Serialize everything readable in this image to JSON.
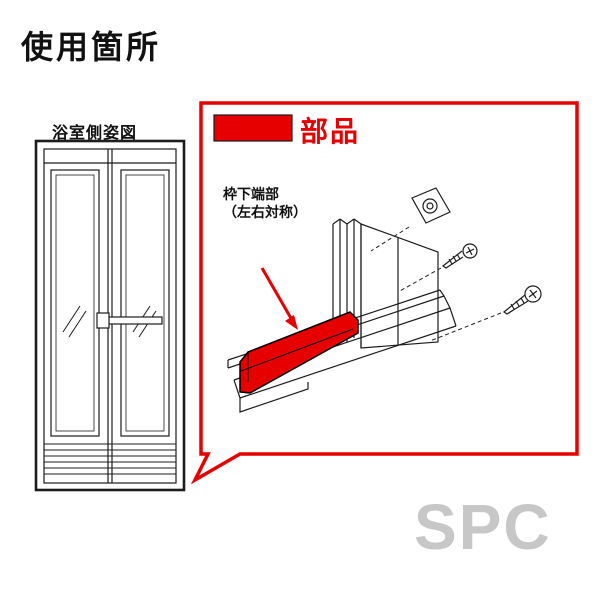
{
  "page": {
    "title": "使用箇所",
    "watermark": "SPC"
  },
  "door": {
    "label": "浴室側姿図"
  },
  "callout": {
    "legend": {
      "label": "部品"
    },
    "part_note_line1": "枠下端部",
    "part_note_line2": "（左右対称）"
  },
  "colors": {
    "highlight_red": "#e60000",
    "line_black": "#1c1c1c",
    "watermark_gray": "#c7c7c7"
  }
}
